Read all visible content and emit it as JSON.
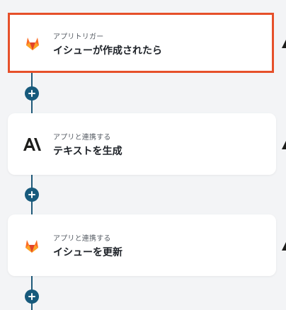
{
  "steps": [
    {
      "type_label": "アプリトリガー",
      "title": "イシューが作成されたら",
      "icon": "gitlab-icon",
      "selected": true
    },
    {
      "type_label": "アプリと連携する",
      "title": "テキストを生成",
      "icon": "anthropic-icon",
      "selected": false
    },
    {
      "type_label": "アプリと連携する",
      "title": "イシューを更新",
      "icon": "gitlab-icon",
      "selected": false
    }
  ],
  "colors": {
    "selected_border": "#e6502a",
    "connector": "#1f5a7a",
    "add_button": "#175a7c"
  }
}
